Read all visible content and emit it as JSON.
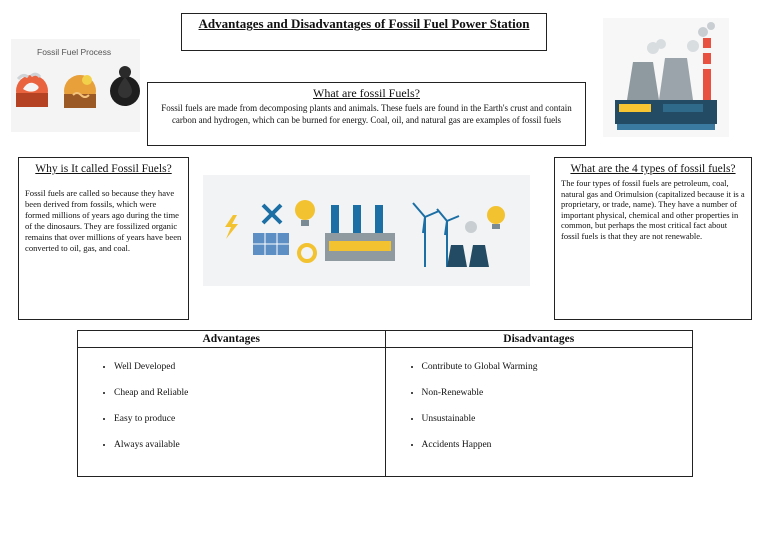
{
  "title": "Advantages and Disadvantages of Fossil Fuel Power Station",
  "fossil_process_label": "Fossil Fuel Process",
  "what": {
    "heading": "What are fossil Fuels?",
    "body": "Fossil fuels are made from decomposing plants and animals. These fuels are found in the Earth's crust and contain carbon and hydrogen, which can be burned for energy. Coal, oil, and natural gas are examples of fossil fuels"
  },
  "why": {
    "heading": "Why is It called Fossil Fuels?",
    "body": "Fossil fuels are called so because they have been derived from fossils, which were formed millions of years ago during the time of the dinosaurs. They are fossilized organic remains that over millions of years have been converted to oil, gas, and coal."
  },
  "types": {
    "heading": "What are the 4 types of fossil fuels?",
    "body": "The four types of fossil fuels are petroleum, coal, natural gas and Orimulsion (capitalized because it is a proprietary, or trade, name). They have a number of important physical, chemical and other properties in common, but perhaps the most critical fact about fossil fuels is that they are not renewable."
  },
  "table": {
    "advantages_heading": "Advantages",
    "disadvantages_heading": "Disadvantages",
    "advantages": [
      "Well Developed",
      "Cheap and Reliable",
      "Easy to produce",
      "Always available"
    ],
    "disadvantages": [
      "Contribute to Global Warming",
      "Non-Renewable",
      "Unsustainable",
      "Accidents Happen"
    ]
  },
  "colors": {
    "plant_chimney_red": "#e8513f",
    "plant_tower_gray": "#8f9aa0",
    "plant_window_yellow": "#f6c531",
    "energy_blue": "#1c6fa5",
    "energy_yellow": "#f2c230"
  }
}
